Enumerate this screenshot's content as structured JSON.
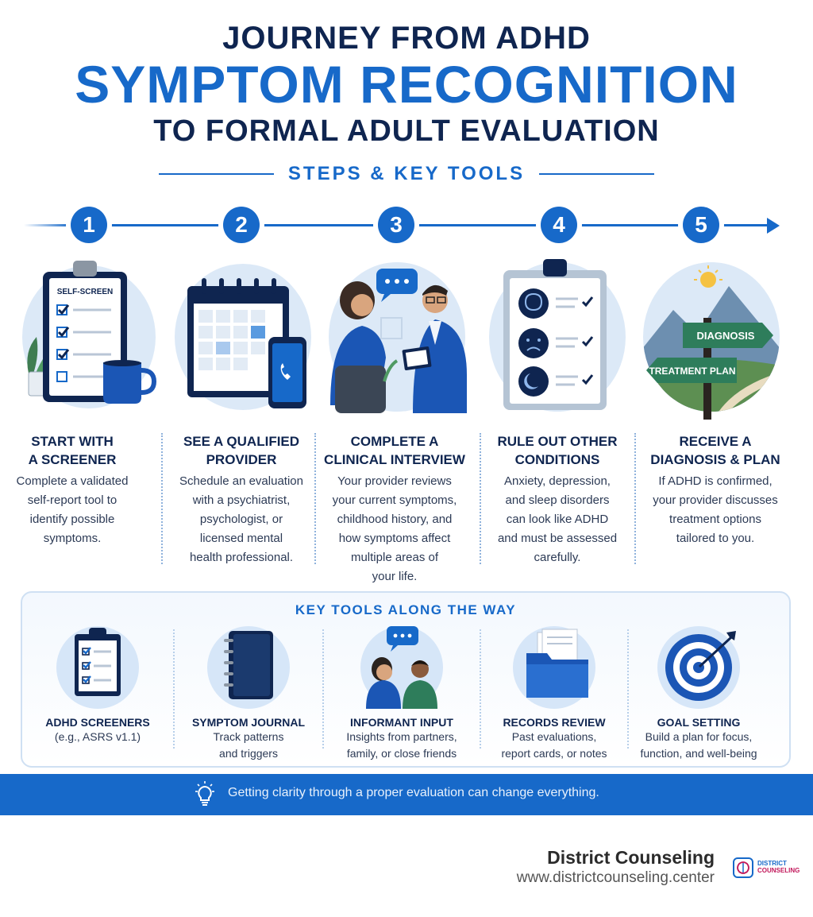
{
  "header": {
    "line1": "JOURNEY FROM ADHD",
    "line2": "SYMPTOM RECOGNITION",
    "line3": "TO FORMAL ADULT EVALUATION",
    "subtitle": "STEPS & KEY TOOLS"
  },
  "steps": [
    {
      "number": "1",
      "title_1": "START WITH",
      "title_2": "A SCREENER",
      "badge": "SELF-SCREEN",
      "icon": "clipboard-checklist-icon",
      "desc": [
        "Complete a validated",
        "self-report tool to",
        "identify possible",
        "symptoms."
      ]
    },
    {
      "number": "2",
      "title_1": "SEE A QUALIFIED",
      "title_2": "PROVIDER",
      "icon": "calendar-phone-icon",
      "desc": [
        "Schedule an evaluation",
        "with a psychiatrist,",
        "psychologist, or",
        "licensed mental",
        "health professional."
      ]
    },
    {
      "number": "3",
      "title_1": "COMPLETE A",
      "title_2": "CLINICAL INTERVIEW",
      "icon": "conversation-icon",
      "desc": [
        "Your provider reviews",
        "your current symptoms,",
        "childhood history, and",
        "how symptoms affect",
        "multiple areas of",
        "your life."
      ]
    },
    {
      "number": "4",
      "title_1": "RULE OUT OTHER",
      "title_2": "CONDITIONS",
      "icon": "conditions-checklist-icon",
      "desc": [
        "Anxiety, depression,",
        "and sleep disorders",
        "can look like ADHD",
        "and must be assessed",
        "carefully."
      ]
    },
    {
      "number": "5",
      "title_1": "RECEIVE A",
      "title_2": "DIAGNOSIS & PLAN",
      "sign_1": "DIAGNOSIS",
      "sign_2": "TREATMENT PLAN",
      "icon": "signpost-icon",
      "desc": [
        "If ADHD is confirmed,",
        "your provider discusses",
        "treatment options",
        "tailored to you."
      ]
    }
  ],
  "tools": {
    "title": "KEY TOOLS ALONG THE WAY",
    "items": [
      {
        "name": "ADHD SCREENERS",
        "desc_1": "(e.g., ASRS v1.1)",
        "desc_2": "",
        "icon": "clipboard-icon"
      },
      {
        "name": "SYMPTOM JOURNAL",
        "desc_1": "Track patterns",
        "desc_2": "and triggers",
        "icon": "journal-icon"
      },
      {
        "name": "INFORMANT INPUT",
        "desc_1": "Insights from partners,",
        "desc_2": "family, or close friends",
        "icon": "people-talking-icon"
      },
      {
        "name": "RECORDS REVIEW",
        "desc_1": "Past evaluations,",
        "desc_2": "report cards, or notes",
        "icon": "folder-icon"
      },
      {
        "name": "GOAL SETTING",
        "desc_1": "Build a plan for focus,",
        "desc_2": "function, and well-being",
        "icon": "target-icon"
      }
    ]
  },
  "banner": {
    "message": "Getting clarity through a proper evaluation can change everything.",
    "icon": "lightbulb-icon"
  },
  "brand": {
    "name": "District Counseling",
    "url": "www.districtcounseling.center",
    "logo_line1": "DISTRICT",
    "logo_line2": "COUNSELING"
  },
  "colors": {
    "primary": "#1769c9",
    "navy": "#0f2550",
    "green": "#2e7d5b"
  }
}
